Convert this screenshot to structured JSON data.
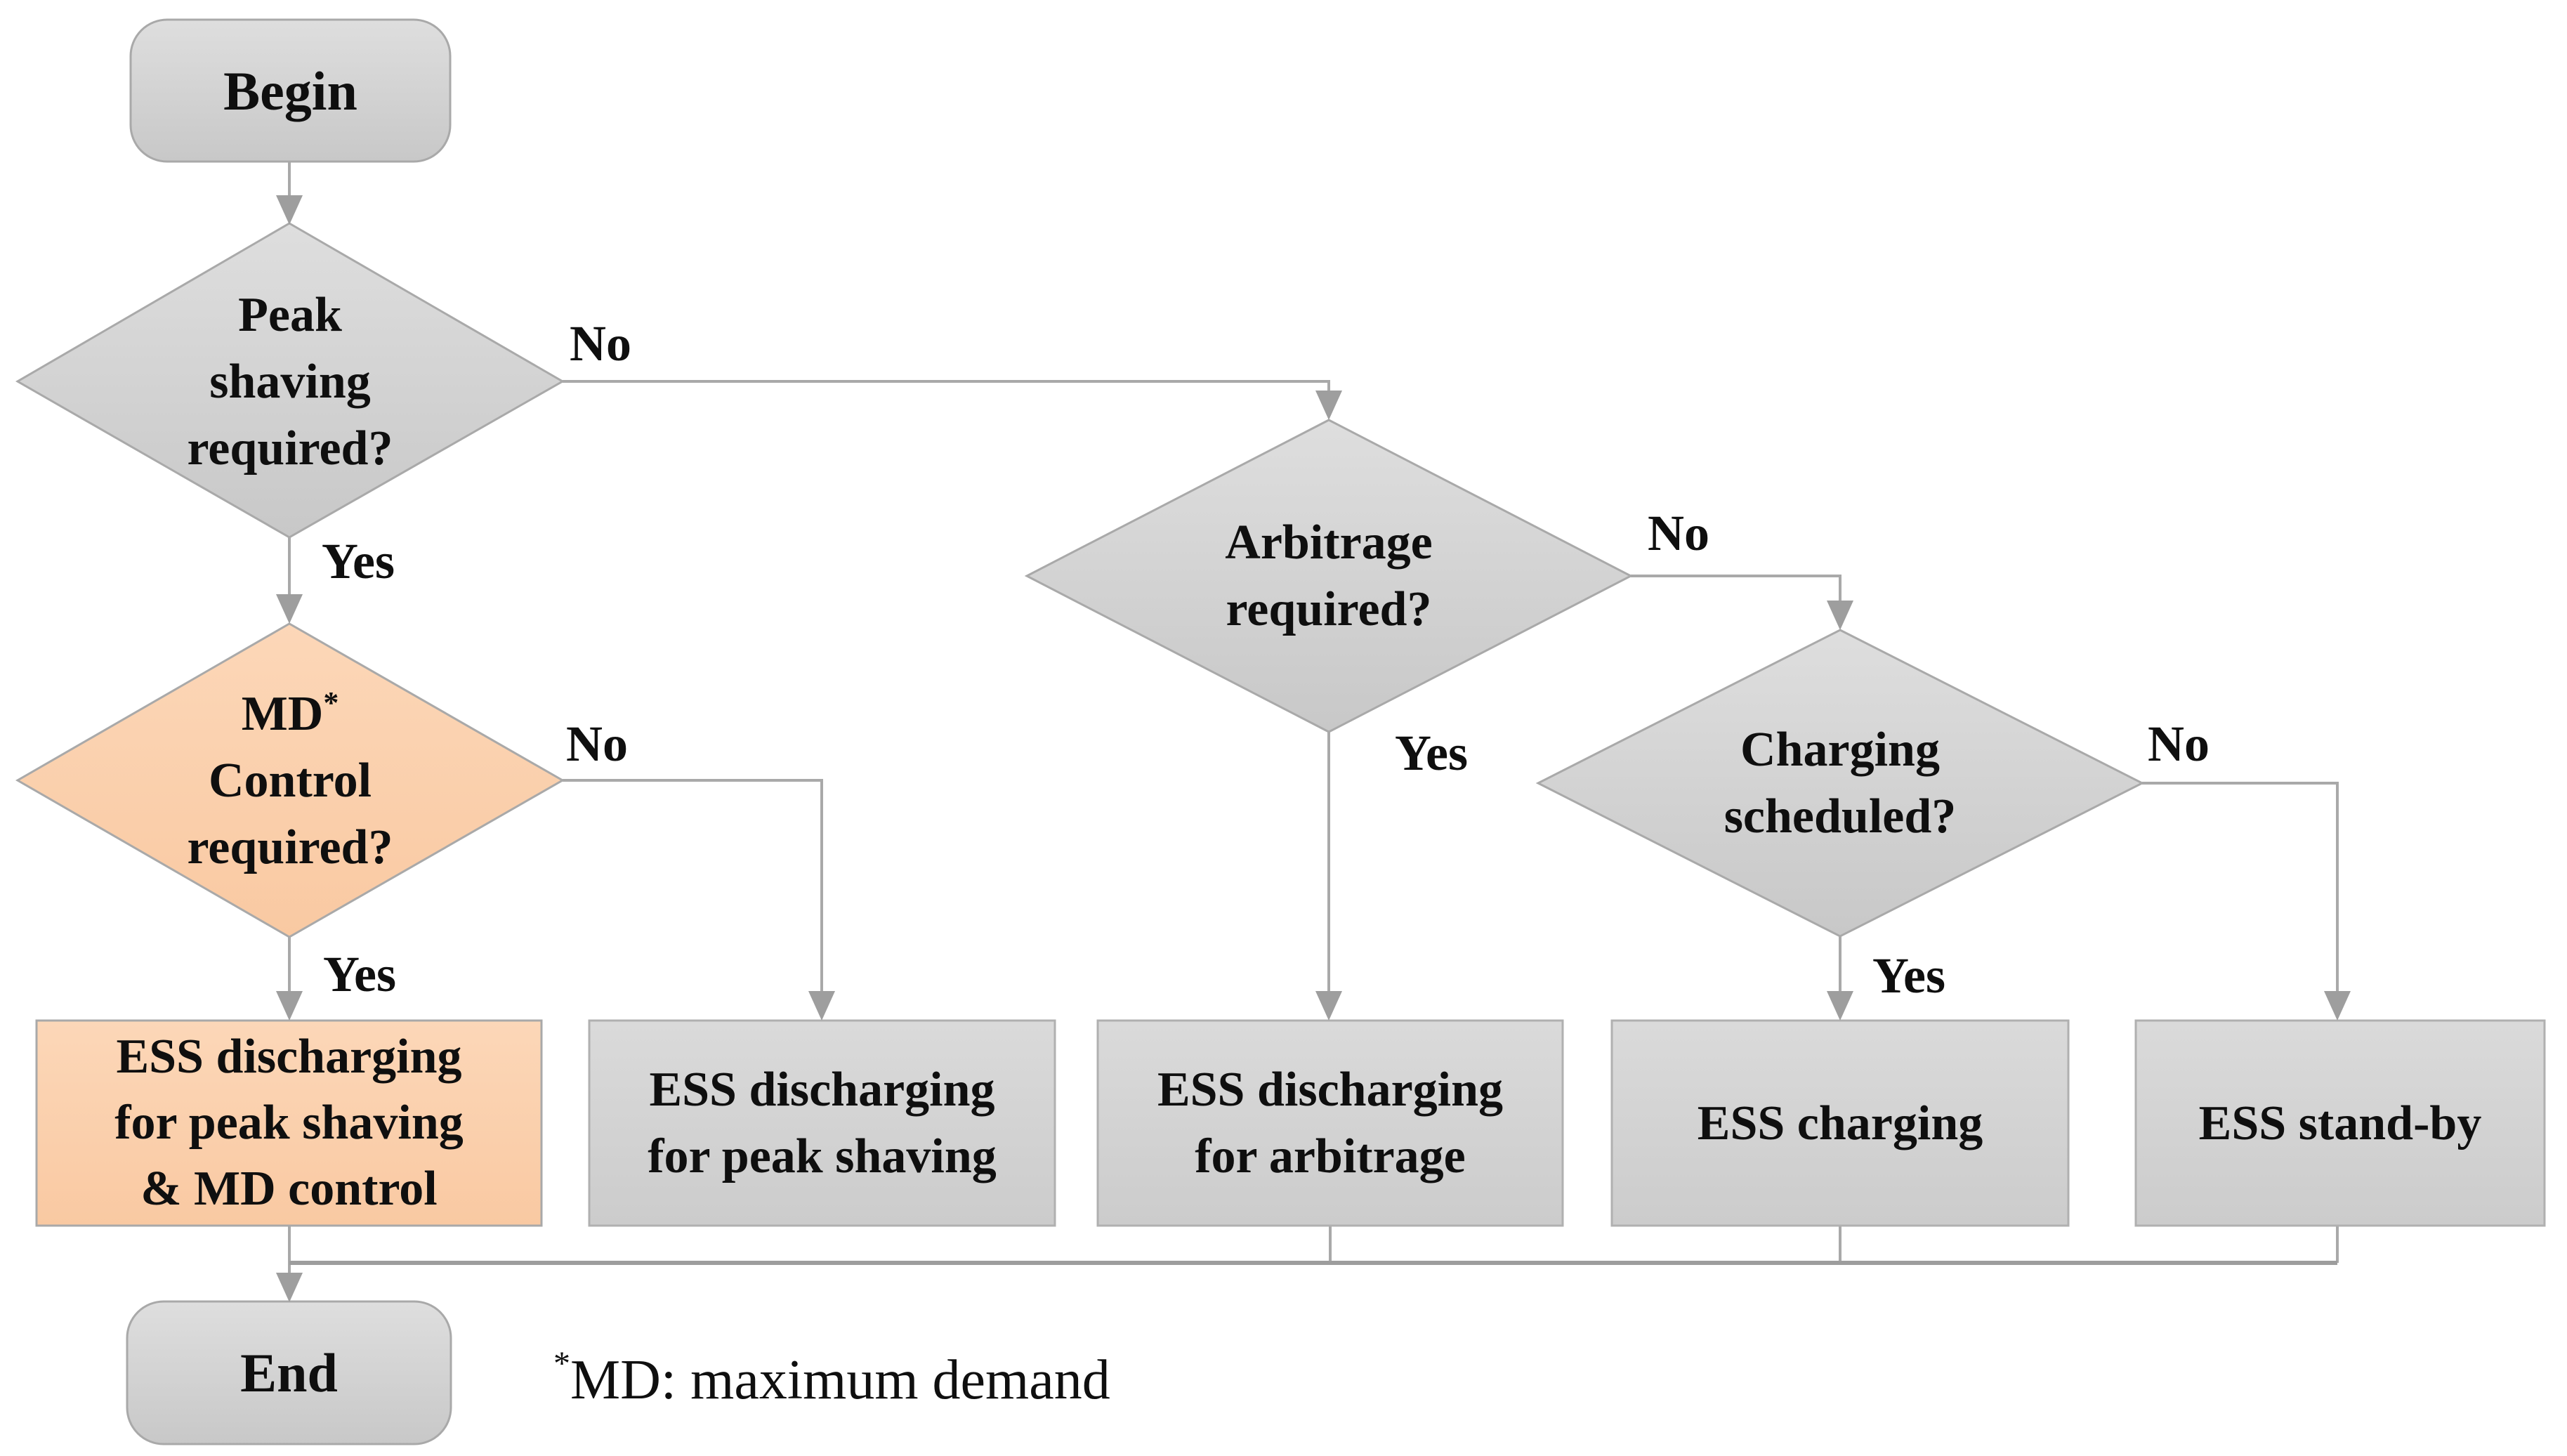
{
  "flowchart": {
    "terminals": {
      "begin": "Begin",
      "end": "End"
    },
    "decisions": {
      "peak_shaving": {
        "line1": "Peak",
        "line2": "shaving",
        "line3": "required?"
      },
      "md_control": {
        "line1": "MD",
        "sup": "*",
        "line2": "Control",
        "line3": "required?"
      },
      "arbitrage": {
        "line1": "Arbitrage",
        "line2": "required?"
      },
      "charging": {
        "line1": "Charging",
        "line2": "scheduled?"
      }
    },
    "actions": {
      "discharge_peak_md": {
        "line1": "ESS discharging",
        "line2": "for peak shaving",
        "line3": "& MD control"
      },
      "discharge_peak": {
        "line1": "ESS discharging",
        "line2": "for peak shaving"
      },
      "discharge_arbitrage": {
        "line1": "ESS discharging",
        "line2": "for arbitrage"
      },
      "charging_action": {
        "line1": "ESS charging"
      },
      "standby_action": {
        "line1": "ESS stand-by"
      }
    },
    "edge_labels": {
      "yes": "Yes",
      "no": "No"
    },
    "footnote": {
      "star": "*",
      "text": "MD: maximum demand"
    },
    "colors": {
      "gray_fill_top": "#dedede",
      "gray_fill_bottom": "#c8c8c8",
      "orange_fill_top": "#fcd7b8",
      "orange_fill_bottom": "#f9c9a2",
      "border": "#a9a9a9",
      "connector": "#a9a9a9",
      "collector_line": "#9d9d9d",
      "arrowhead": "#9e9e9e",
      "text": "#0f0f0f",
      "background": "#ffffff"
    }
  }
}
